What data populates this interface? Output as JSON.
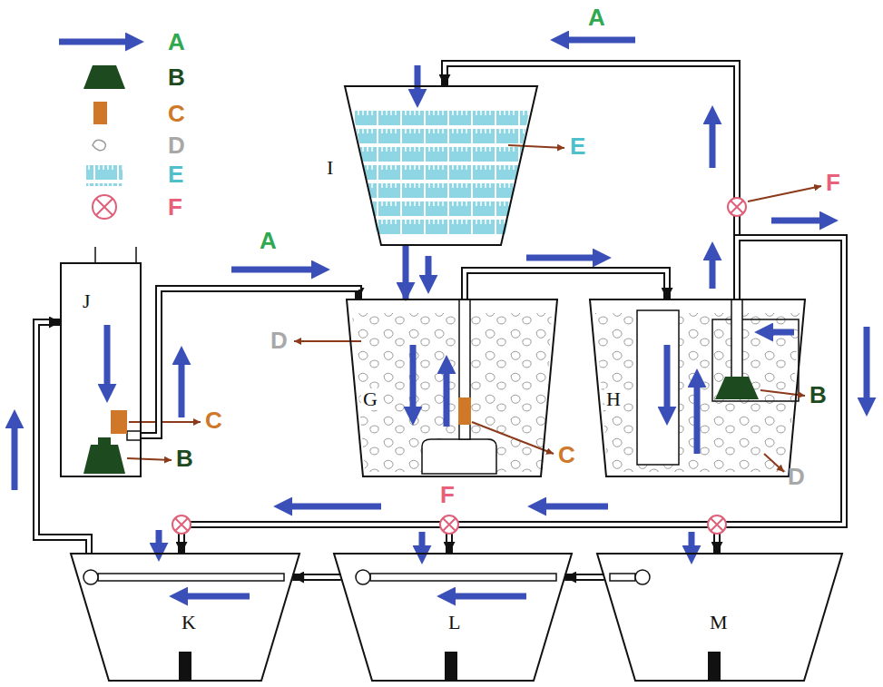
{
  "diagram": {
    "nodes": [
      {
        "text": [
          "I"
        ]
      },
      {
        "text": [
          "J"
        ]
      },
      {
        "text": [
          "G"
        ]
      },
      {
        "text": [
          "H"
        ]
      },
      {
        "text": [
          "K"
        ]
      },
      {
        "text": [
          "L"
        ]
      },
      {
        "text": [
          "M"
        ]
      }
    ],
    "edges": [
      {
        "from": 3,
        "to": 0,
        "arrow": "to"
      },
      {
        "from": 0,
        "to": 2,
        "arrow": "to"
      },
      {
        "from": 2,
        "to": 3,
        "arrow": "to"
      },
      {
        "from": 1,
        "to": 2,
        "arrow": "to"
      },
      {
        "from": 3,
        "to": 6,
        "arrow": "to"
      },
      {
        "from": 3,
        "to": 5,
        "arrow": "to"
      },
      {
        "from": 3,
        "to": 4,
        "arrow": "to"
      },
      {
        "from": 4,
        "to": 1,
        "arrow": "to"
      },
      {
        "from": 5,
        "to": 4,
        "arrow": "to"
      },
      {
        "from": 6,
        "to": 5,
        "arrow": "to"
      }
    ],
    "labels": [
      "A",
      "F",
      "E",
      "A",
      "D",
      "C",
      "B",
      "D",
      "C",
      "B",
      "F"
    ],
    "legend": [
      {
        "text": "A"
      },
      {
        "text": "B"
      },
      {
        "text": "C"
      },
      {
        "text": "D"
      },
      {
        "text": "E"
      },
      {
        "text": "F"
      }
    ]
  }
}
